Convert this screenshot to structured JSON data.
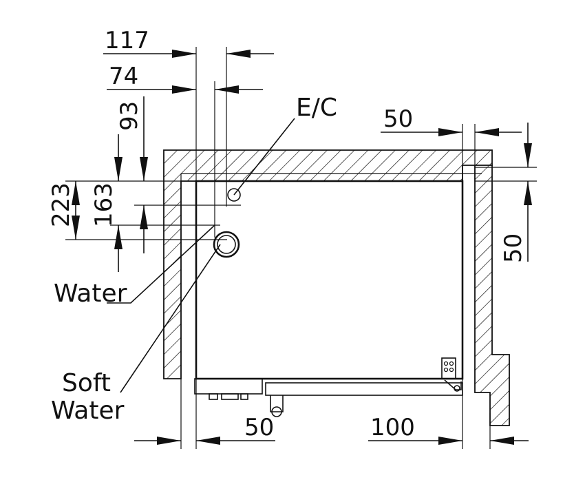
{
  "dimensions": {
    "d117": "117",
    "d74": "74",
    "d93": "93",
    "d223": "223",
    "d163": "163",
    "d50_top": "50",
    "d50_right": "50",
    "d50_bottom": "50",
    "d100": "100"
  },
  "labels": {
    "ec": "E/C",
    "water": "Water",
    "soft_1": "Soft",
    "soft_2": "Water"
  }
}
